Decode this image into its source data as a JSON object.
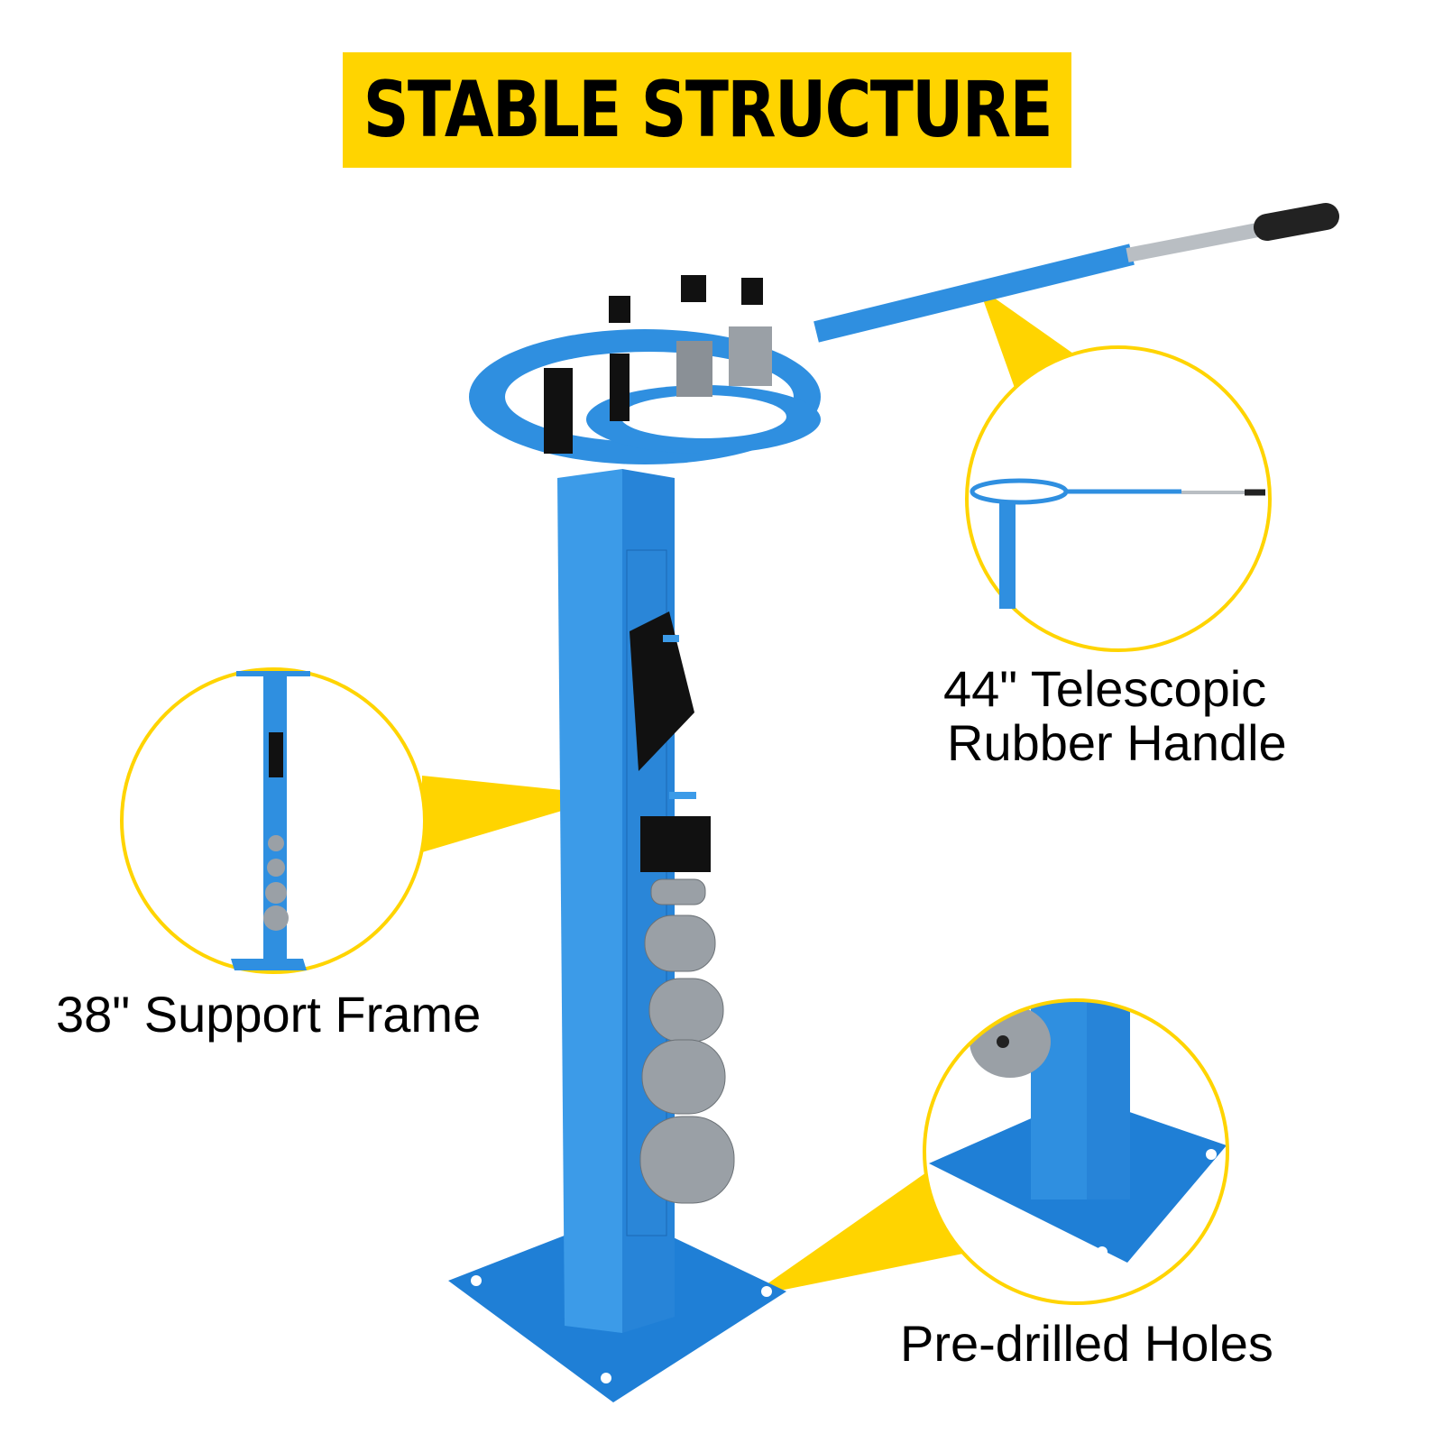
{
  "title": "STABLE STRUCTURE",
  "callouts": {
    "handle": {
      "line1": "44\" Telescopic",
      "line2": "Rubber Handle"
    },
    "frame": {
      "label": "38\" Support Frame"
    },
    "holes": {
      "label": "Pre-drilled Holes"
    }
  },
  "colors": {
    "accent": "#FFD400",
    "product_blue": "#2F8FE0",
    "dark_blue": "#1A6FC2"
  }
}
